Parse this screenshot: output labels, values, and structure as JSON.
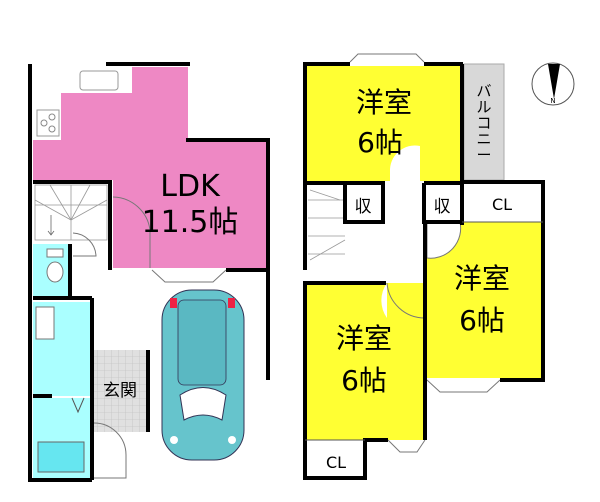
{
  "floor1": {
    "ldk_label": "LDK",
    "ldk_size": "11.5帖",
    "entrance_label": "玄関"
  },
  "floor2": {
    "room_top_label": "洋室",
    "room_top_size": "6帖",
    "room_right_label": "洋室",
    "room_right_size": "6帖",
    "room_left_label": "洋室",
    "room_left_size": "6帖",
    "storage1": "収",
    "storage2": "収",
    "closet_right": "CL",
    "closet_left": "CL",
    "balcony": [
      "バ",
      "ル",
      "コ",
      "ニ",
      "ー"
    ]
  },
  "compass": {
    "north": "N"
  },
  "colors": {
    "ldk": "#ee88c4",
    "western_room": "#ffff33",
    "water": "#aaffff",
    "car": "#66c4cc",
    "balcony": "#d8d8d8",
    "entrance": "#dddddd"
  }
}
